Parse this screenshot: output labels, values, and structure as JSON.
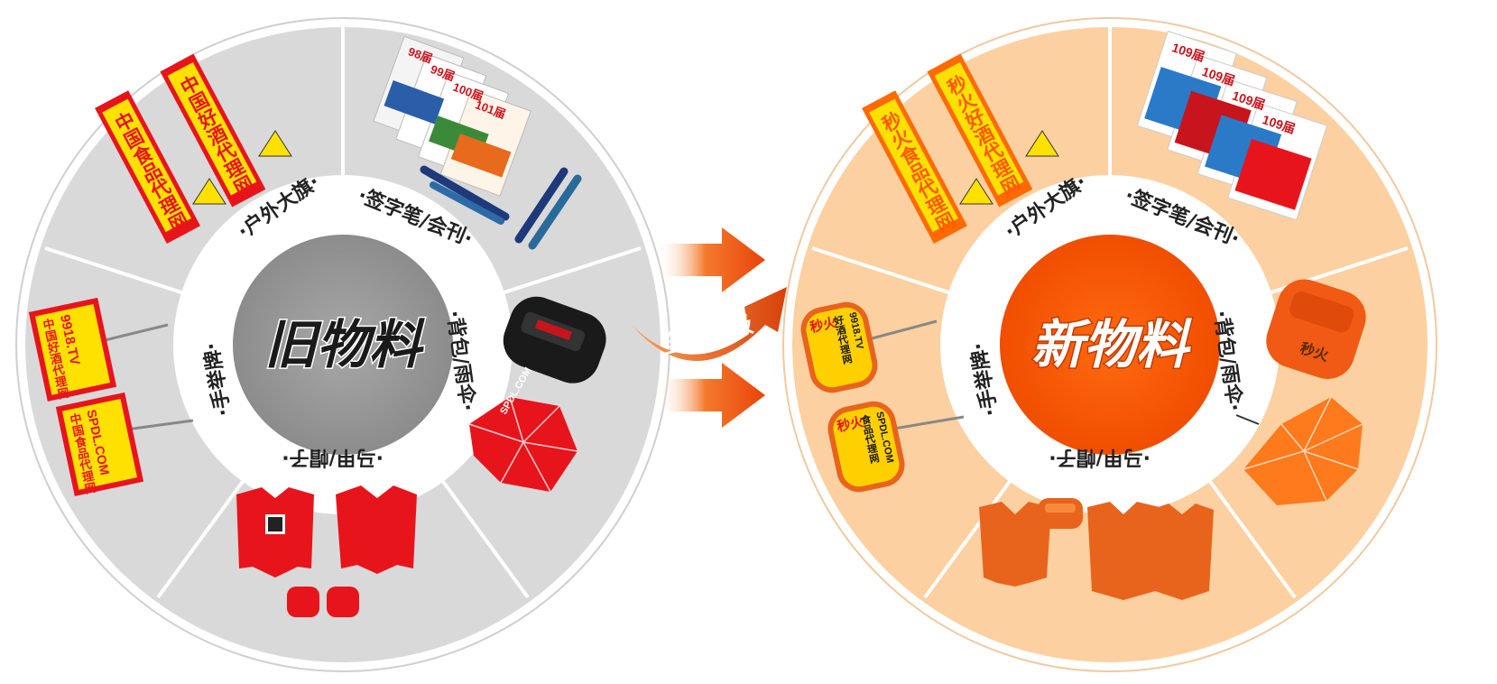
{
  "old_wheel": {
    "title": "旧物料",
    "labels": {
      "outdoor_flag": "·户外大旗·",
      "pen_magazine": "·签字笔/会刊·",
      "backpack_umbrella": "·背包/雨伞·",
      "apron_hat": "·马甲/帽子·",
      "hand_sign": "·手举牌·"
    },
    "flag_texts": [
      "中国食品代理网",
      "中国好酒代理网"
    ],
    "sign_texts": [
      {
        "line1": "中国好酒代理网",
        "line2": "9918.TV"
      },
      {
        "line1": "中国食品代理网",
        "line2": "SPDL.COM"
      }
    ],
    "magazine_texts": [
      "98届",
      "99届",
      "100届",
      "101届"
    ],
    "umbrella_text": "SPDL.COM"
  },
  "upgrade": {
    "label": "全新升级"
  },
  "new_wheel": {
    "title": "新物料",
    "labels": {
      "outdoor_flag": "·户外大旗·",
      "pen_magazine": "·签字笔/会刊·",
      "backpack_umbrella": "·背包/雨伞·",
      "apron_hat": "·马甲/帽子·",
      "hand_sign": "·手举牌·"
    },
    "flag_texts": [
      "秒火食品代理网",
      "秒火好酒代理网"
    ],
    "sign_texts": [
      {
        "line1": "好酒代理网",
        "line2": "9918.TV",
        "brand": "秒火"
      },
      {
        "line1": "食品代理网",
        "line2": "SPDL.COM",
        "brand": "秒火"
      }
    ],
    "magazine_texts": [
      "109届",
      "109届",
      "109届",
      "109届"
    ],
    "brand": "秒火"
  },
  "colors": {
    "old_bg": "#d9d9d9",
    "old_center": "#9a9a9a",
    "new_bg": "#fcd0a0",
    "new_center": "#ff5a00",
    "arrow": "#f05a14",
    "flag_red": "#e8141c",
    "flag_yellow": "#ffe100"
  }
}
